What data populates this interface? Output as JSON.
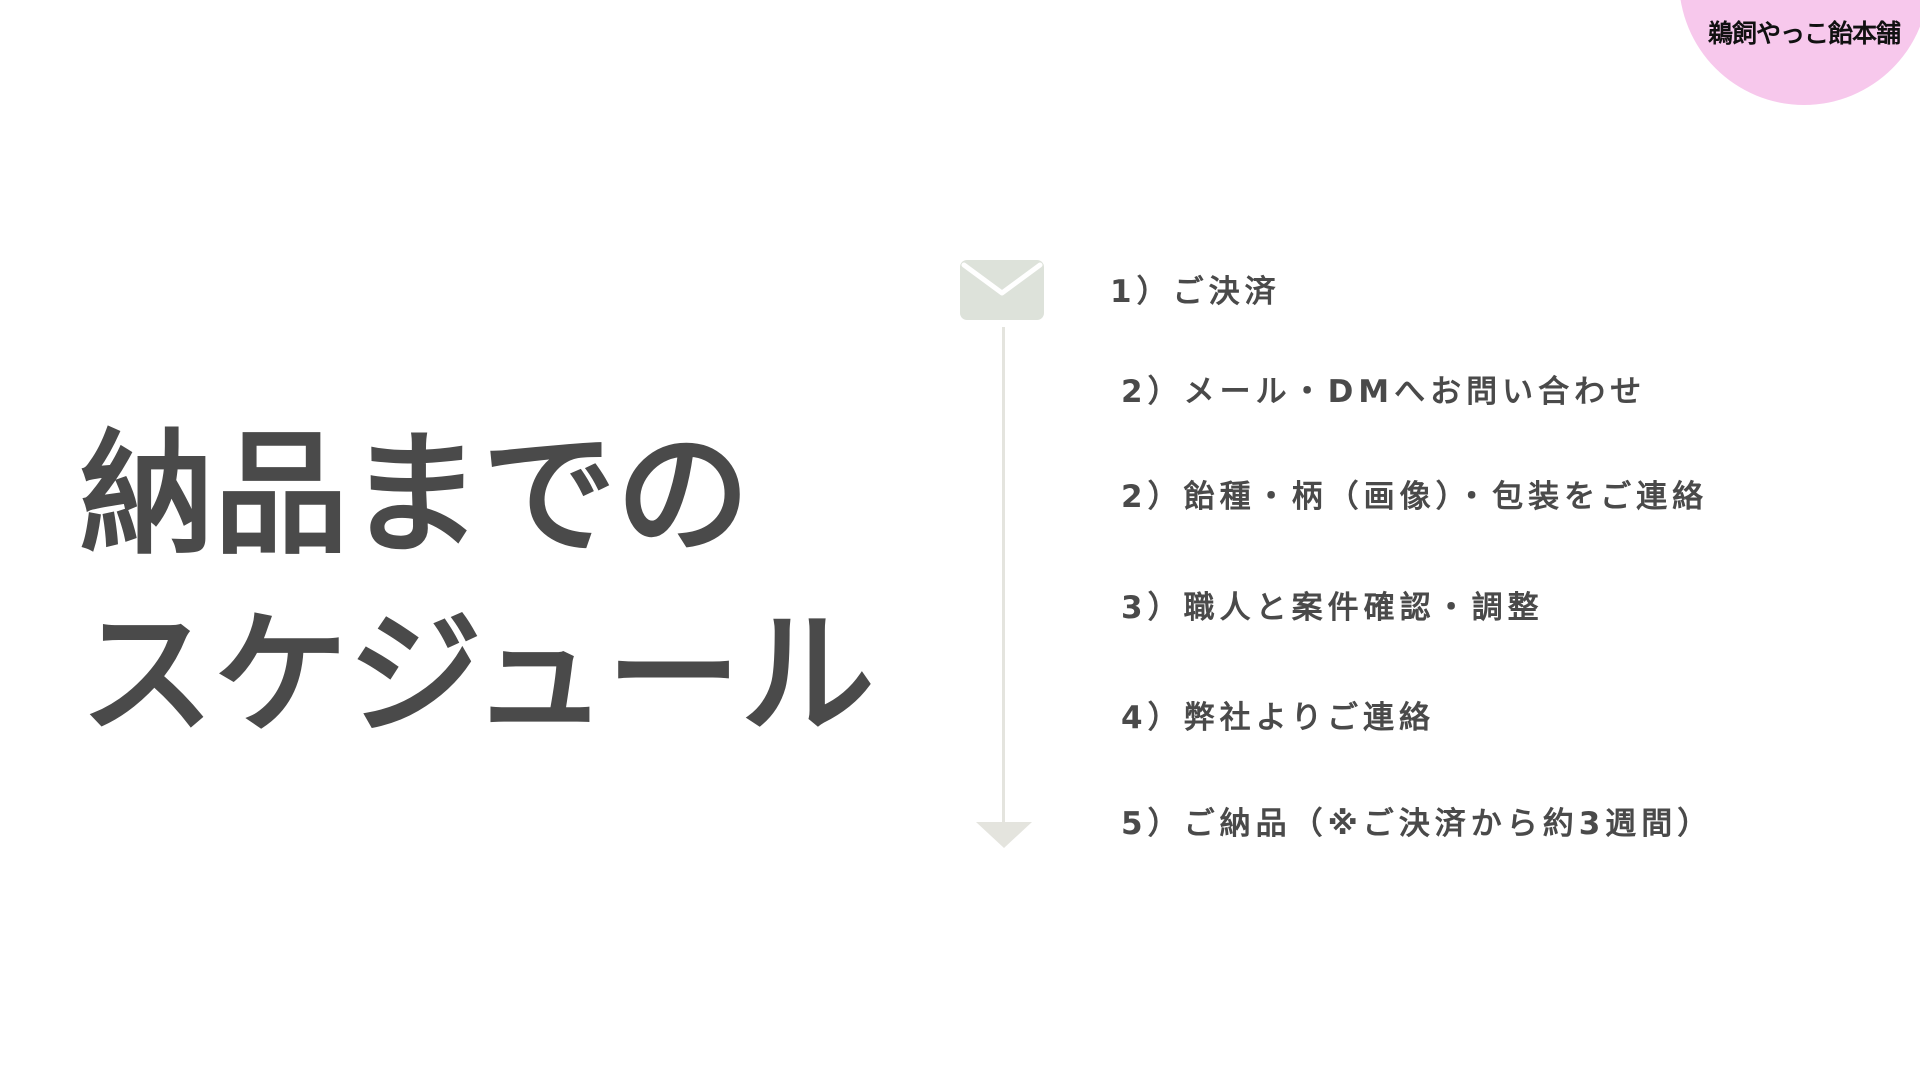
{
  "brand": {
    "logo_text": "鵜飼やっこ飴本舗",
    "badge_color": "#f7c8ec"
  },
  "heading": {
    "line1": "納品までの",
    "line2": "スケジュール"
  },
  "timeline": {
    "icon": "envelope-icon",
    "line_color": "#e4e4de",
    "steps": [
      {
        "label": "1）ご決済"
      },
      {
        "label": "2）メール・DMへお問い合わせ"
      },
      {
        "label": "2）飴種・柄（画像）・包装をご連絡"
      },
      {
        "label": "3）職人と案件確認・調整"
      },
      {
        "label": "4）弊社よりご連絡"
      },
      {
        "label": "5）ご納品（※ご決済から約3週間）"
      }
    ]
  },
  "colors": {
    "text": "#4a4a4a",
    "background": "#ffffff",
    "icon": "#dde2da"
  }
}
